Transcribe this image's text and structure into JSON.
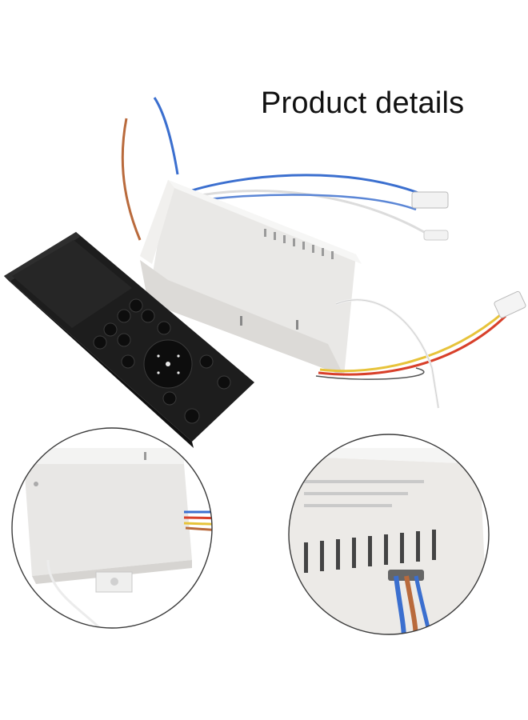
{
  "header": {
    "title": "Product details"
  },
  "colors": {
    "remote_body": "#1c1c1c",
    "receiver_body": "#ecebea",
    "wire_blue": "#3b6fcf",
    "wire_brown": "#b96a3c",
    "wire_red": "#d8402a",
    "wire_yellow": "#e7c33a",
    "wire_white": "#f4f4f4"
  },
  "images": [
    {
      "name": "remote-and-receiver",
      "icon": "remote-control-icon"
    },
    {
      "name": "receiver-side-closeup",
      "icon": "box-closeup"
    },
    {
      "name": "receiver-vents-closeup",
      "icon": "vent-closeup"
    }
  ]
}
